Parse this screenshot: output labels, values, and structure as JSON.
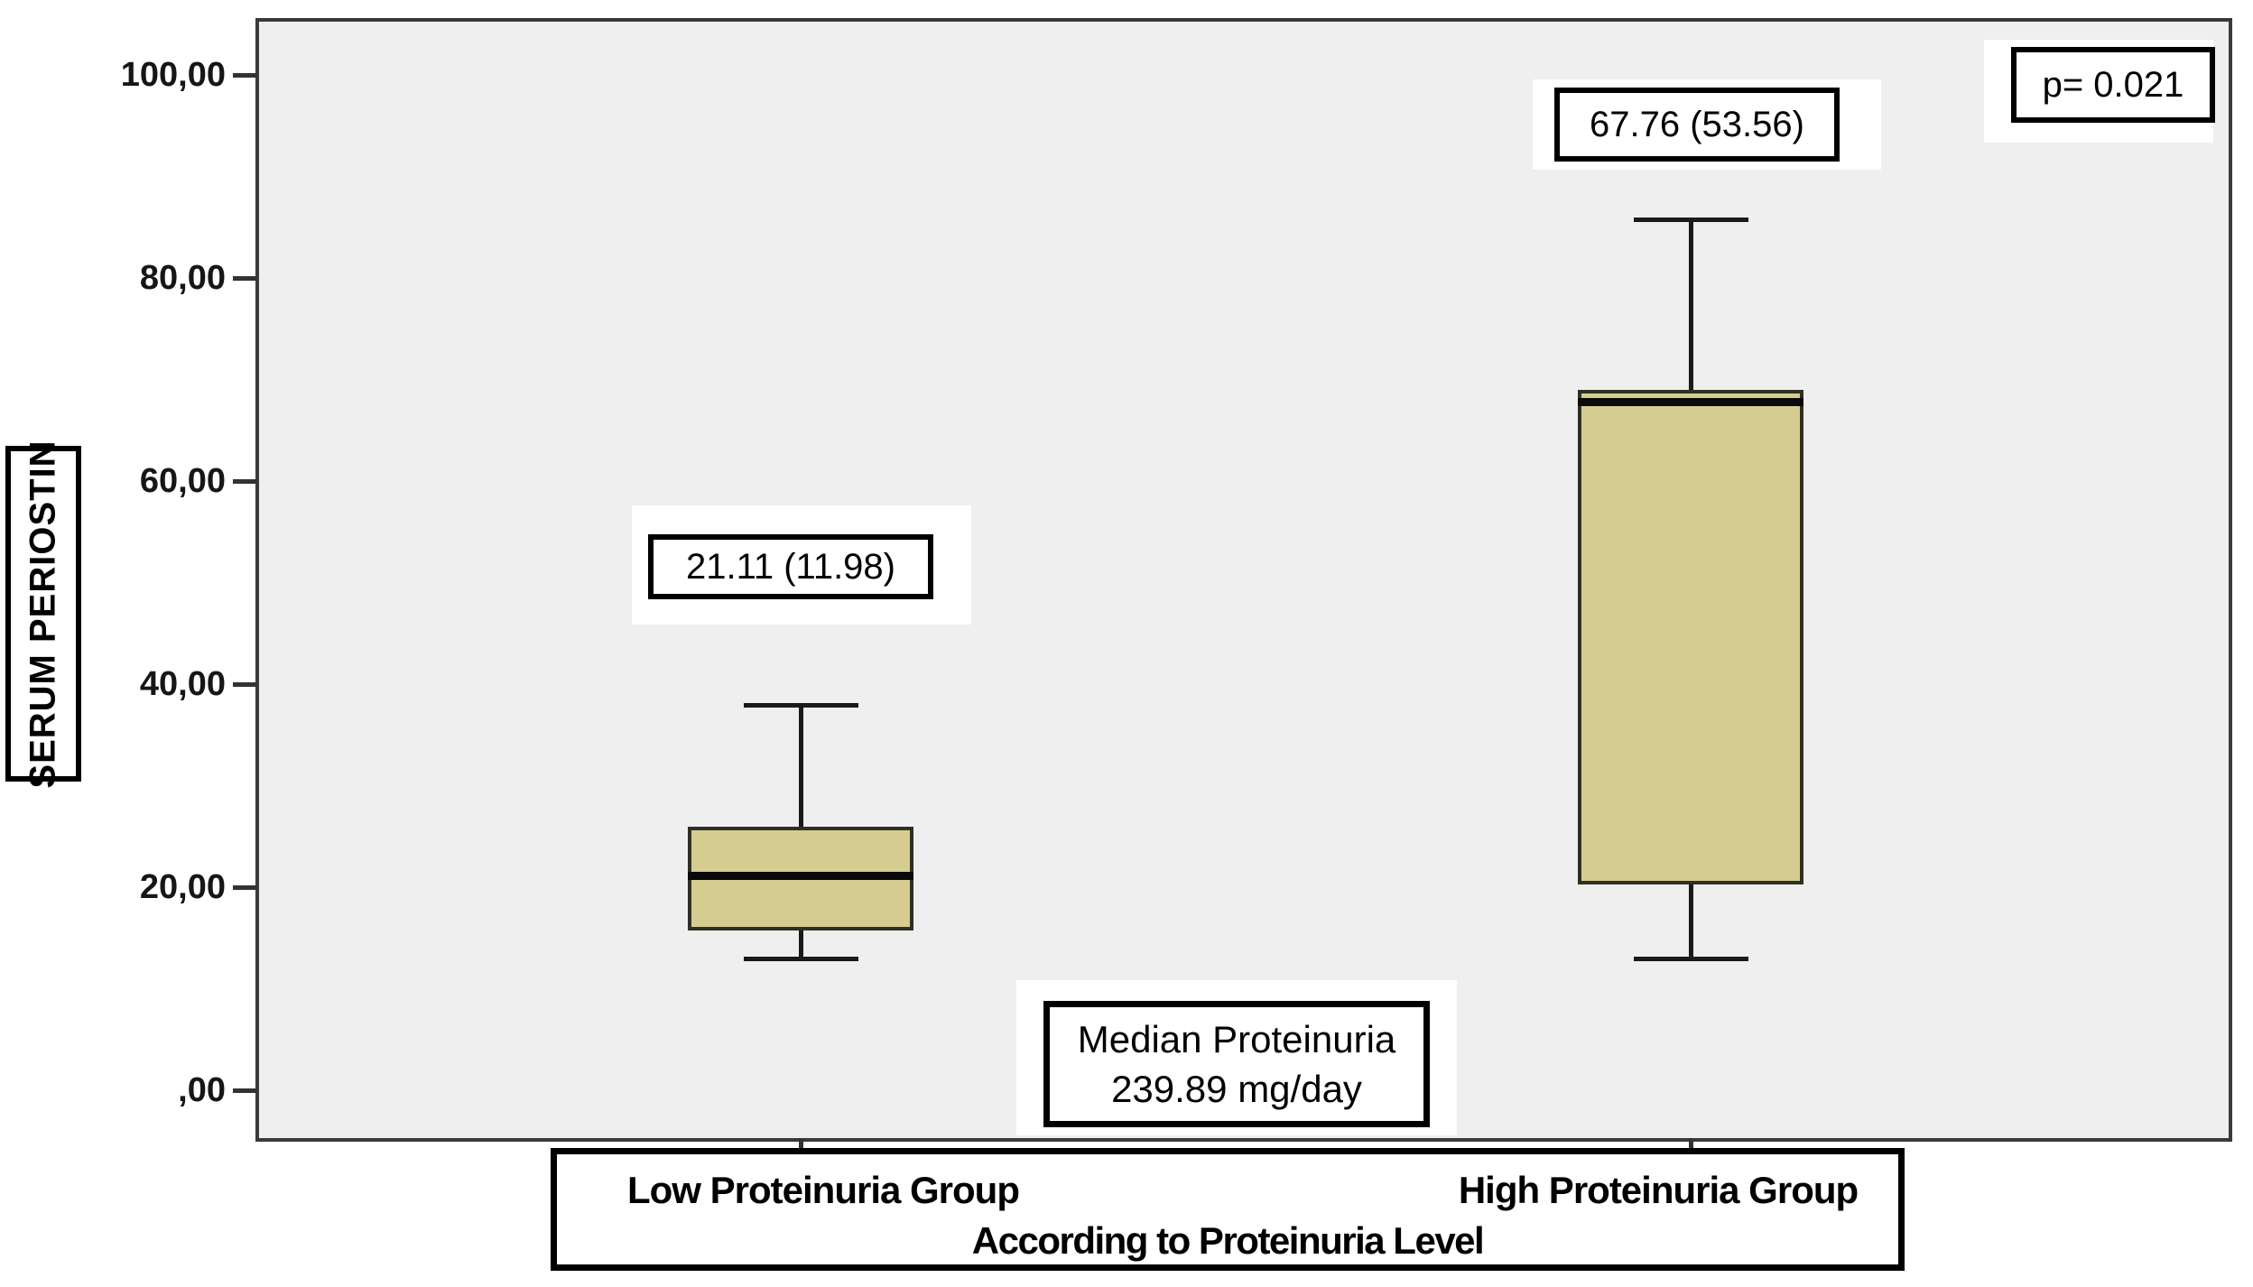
{
  "figure": {
    "ylabel": "SERUM PERIOSTIN",
    "p_value_label": "p= 0.021",
    "note_line1": "Median Proteinuria",
    "note_line2": "239.89 mg/day"
  },
  "chart_data": {
    "type": "boxplot",
    "title": "",
    "ylabel": "SERUM PERIOSTIN",
    "xlabel": "According to Proteinuria Level",
    "ylim": [
      0,
      100
    ],
    "grid": false,
    "yticks": {
      "values": [
        0,
        20,
        40,
        60,
        80,
        100
      ],
      "labels": [
        ",00",
        "20,00",
        "40,00",
        "60,00",
        "80,00",
        "100,00"
      ]
    },
    "groups": [
      {
        "label": "Low Proteinuria Group",
        "annotation": "21.11 (11.98)",
        "median": 21.11,
        "iqr": 11.98,
        "q1": 15.7,
        "q3": 26.0,
        "whisker_low": 13.0,
        "whisker_high": 38.0
      },
      {
        "label": "High Proteinuria Group",
        "annotation": "67.76 (53.56)",
        "median": 67.76,
        "iqr": 53.56,
        "q1": 20.3,
        "q3": 69.0,
        "whisker_low": 13.0,
        "whisker_high": 85.8
      }
    ],
    "p_value": "p= 0.021",
    "annotations": [
      "Median Proteinuria",
      "239.89 mg/day"
    ],
    "colors": {
      "box_fill": "#d5cd90",
      "box_border": "#2f2f23",
      "plot_bg": "#efeff0",
      "frame": "#3a3a3a",
      "line": "#1a1a1a"
    }
  }
}
